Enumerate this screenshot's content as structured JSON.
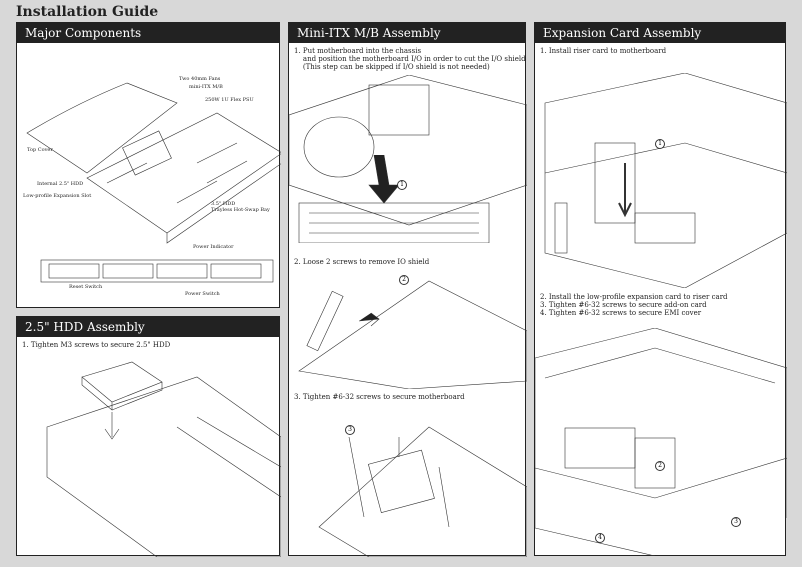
{
  "title": "Installation Guide",
  "major": {
    "header": "Major Components",
    "labels": {
      "fans": "Two 40mm Fans",
      "mb": "mini-ITX M/B",
      "psu": "250W 1U Flex PSU",
      "cover": "Top Cover",
      "hdd": "Internal 2.5\" HDD",
      "slot": "Low-profile Expansion Slot",
      "bay1": "3.5\" HDD",
      "bay2": "Trayless Hot-Swap Bay",
      "power_ind": "Power Indicator",
      "reset": "Reset Switch",
      "power_sw": "Power Switch"
    }
  },
  "hdd": {
    "header": "2.5\" HDD Assembly",
    "step1": "1. Tighten M3 screws to secure 2.5\" HDD"
  },
  "mb": {
    "header": "Mini-ITX M/B Assembly",
    "step1": "1. Put motherboard into the chassis\n    and position the motherboard I/O in order to cut the I/O shield\n    (This step can be skipped if I/O shield is not needed)",
    "step2": "2. Loose 2 screws to remove IO shield",
    "step3": "3. Tighten #6-32 screws to secure motherboard",
    "callouts": [
      "1",
      "2",
      "3"
    ]
  },
  "exp": {
    "header": "Expansion Card Assembly",
    "step1": "1. Install riser card to motherboard",
    "step2": "2. Install the low-profile expansion card to riser card\n3. Tighten #6-32 screws to secure add-on card\n4. Tighten #6-32 screws to secure EMI cover",
    "callouts": [
      "1",
      "2",
      "3",
      "4"
    ]
  }
}
